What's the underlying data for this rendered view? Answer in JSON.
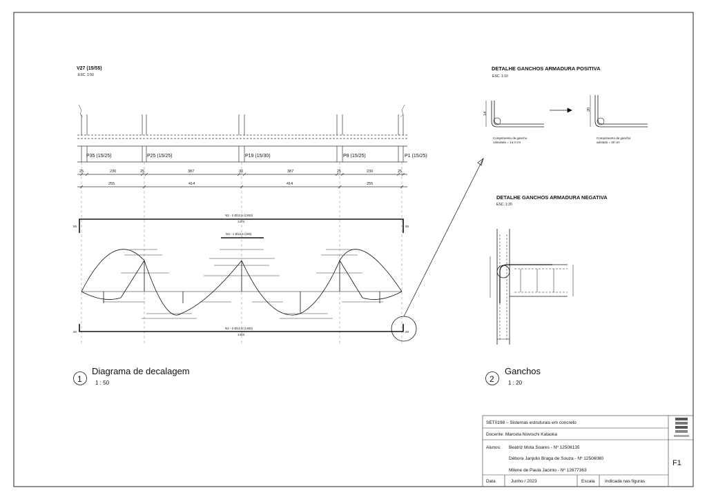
{
  "beam": {
    "title": "V27 (15/55)",
    "scale": "ESC. 1:50",
    "pillars": [
      "P35 (15/25)",
      "P25 (15/25)",
      "P19 (15/30)",
      "P9 (15/25)",
      "P1 (15/25)"
    ],
    "dims_row1": [
      "25",
      "230",
      "25",
      "387",
      "30",
      "387",
      "25",
      "230",
      "25"
    ],
    "dims_row2": [
      "255",
      "414",
      "414",
      "255"
    ]
  },
  "diagram": {
    "n2_label": "N2 - 2 Ø12,5 (1363)",
    "n2_length": "1473",
    "n2_hook": "55",
    "n3_label": "N3 - 1 Ø12,5 (186)",
    "n4_label": "N4 - 2 Ø12,5 (1363)",
    "n4_length": "1403",
    "n4_hook": "20"
  },
  "view1": {
    "number": "1",
    "title": "Diagrama de decalagem",
    "scale": "1 : 50"
  },
  "view2": {
    "number": "2",
    "title": "Ganchos",
    "scale": "1 : 20"
  },
  "hook_positive": {
    "title": "DETALHE GANCHOS ARMADURA POSITIVA",
    "scale": "ESC. 1:10",
    "dim_left": "14",
    "dim_right": "20",
    "caption_left_1": "Comprimento de gancho",
    "caption_left_2": "calculado = 14,4 cm",
    "caption_right_1": "Comprimento de gancho",
    "caption_right_2": "adotado = 20 cm"
  },
  "hook_negative": {
    "title": "DETALHE GANCHOS ARMADURA NEGATIVA",
    "scale": "ESC. 1:20"
  },
  "titleblock": {
    "course": "SET0198 – Sistemas estruturais em concreto",
    "teacher": "Docente: Marcela Novischi Kataoka",
    "students_label": "Alunos:",
    "student1": "Beatriz Mota Soares - Nº 12508135",
    "student2": "Débora Janjulio Braga de Souza - Nº 12506080",
    "student3": "Milene de Paula Jacinto - Nº 12677363",
    "date_label": "Data",
    "date_value": "Junho  / 2023",
    "scale_label": "Escala",
    "scale_value": "Indicada nas figuras",
    "sheet": "F1"
  }
}
